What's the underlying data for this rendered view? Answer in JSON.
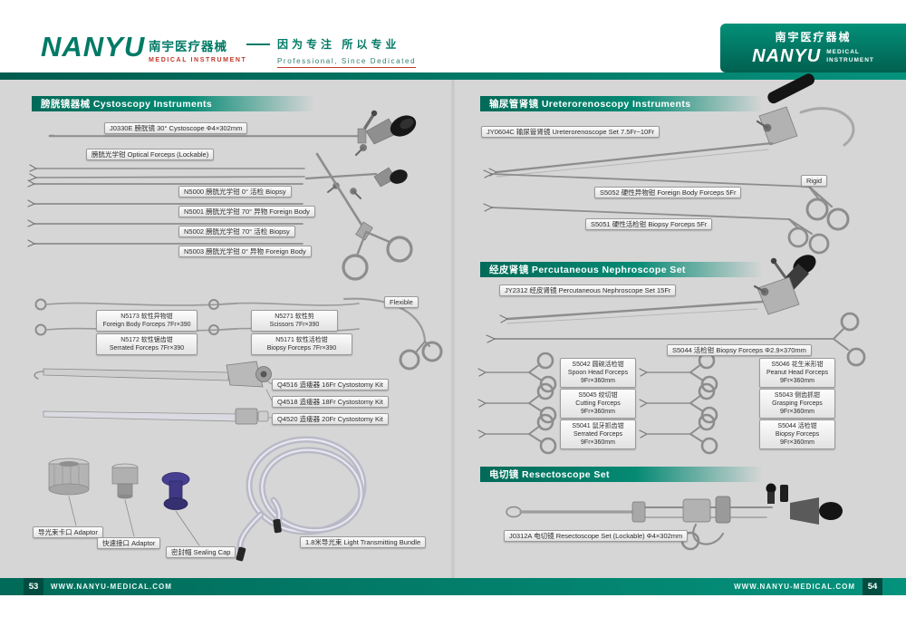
{
  "theme": {
    "accent": "#007a66",
    "accent_dark": "#014c40",
    "page_bg": "#d6d6d6",
    "sealing_cap_color": "#423a8e"
  },
  "header": {
    "brand": "NANYU",
    "brand_cn": "南宇医疗器械",
    "brand_sub": "MEDICAL  INSTRUMENT",
    "tagline_cn": "因为专注  所以专业",
    "tagline_en": "Professional, Since Dedicated",
    "badge_cn": "南宇医疗器械",
    "badge_brand": "NANYU",
    "badge_sub_1": "MEDICAL",
    "badge_sub_2": "INSTRUMENT"
  },
  "left": {
    "section_title": "膀胱镜器械  Cystoscopy Instruments",
    "labels": {
      "j0330e": "J0330E 膀胱镜 30°  Cystoscope  Φ4×302mm",
      "optical": "膀胱光学钳 Optical Forceps (Lockable)",
      "n5000": "N5000 膀胱光学钳 0°  活检 Biopsy",
      "n5001": "N5001 膀胱光学钳 70°  异物 Foreign Body",
      "n5002": "N5002 膀胱光学钳 70°  活检 Biopsy",
      "n5003": "N5003 膀胱光学钳 0°  异物 Foreign Body",
      "flexible_tag": "Flexible",
      "q4516": "Q4516 造瘘器 16Fr Cystostomy Kit",
      "q4518": "Q4518 造瘘器 18Fr Cystostomy Kit",
      "q4520": "Q4520 造瘘器 20Fr Cystostomy Kit",
      "adaptor_light": "导光束卡口 Adaptor",
      "adaptor_quick": "快速接口 Adaptor",
      "sealing_cap": "密封帽 Sealing Cap",
      "light_bundle": "1.8米导光束  Light Transmitting Bundle"
    },
    "flex": {
      "n5173": {
        "l1": "N5173 软性异物钳",
        "l2": "Foreign Body Forceps 7Fr×390"
      },
      "n5271": {
        "l1": "N5271 软性剪",
        "l2": "Scissors 7Fr×390"
      },
      "n5172": {
        "l1": "N5172 软性锯齿钳",
        "l2": "Serrated Forceps 7Fr×390"
      },
      "n5171": {
        "l1": "N5171 软性活检钳",
        "l2": "Biopsy Forceps 7Fr×390"
      }
    }
  },
  "right": {
    "section1_title": "输尿管肾镜 Ureterorenoscopy Instruments",
    "section2_title": "经皮肾镜 Percutaneous Nephroscope Set",
    "section3_title": "电切镜  Resectoscope Set",
    "labels": {
      "jy0604c": "JY0604C 输尿管肾镜 Ureterorenoscope Set 7.5Fr~10Fr",
      "rigid_tag": "Rigid",
      "s5052": "S5052 硬性异物钳 Foreign Body Forceps 5Fr",
      "s5051": "S5051 硬性活检钳 Biopsy Forceps 5Fr",
      "jy2312": "JY2312 经皮肾镜 Percutaneous Nephroscope Set 15Fr",
      "s5044_main": "S5044 活检钳 Biopsy Forceps  Φ2.9×370mm",
      "j0312a": "J0312A 电切镜 Resectoscope Set (Lockable)  Φ4×302mm"
    },
    "grid": [
      {
        "l1": "S5042 圆碗活检钳",
        "l2": "Spoon Head Forceps",
        "l3": "9Fr×360mm"
      },
      {
        "l1": "S5046 花生米形钳",
        "l2": "Peanut Head Forceps",
        "l3": "9Fr×360mm"
      },
      {
        "l1": "S5045 绞切钳",
        "l2": "Cutting Forceps",
        "l3": "9Fr×360mm"
      },
      {
        "l1": "S5043 侧齿抓钳",
        "l2": "Grasping Forceps",
        "l3": "9Fr×360mm"
      },
      {
        "l1": "S5041 鼠牙抓齿钳",
        "l2": "Serrated Forceps",
        "l3": "9Fr×360mm"
      },
      {
        "l1": "S5044 活检钳",
        "l2": "Biopsy Forceps",
        "l3": "9Fr×360mm"
      }
    ]
  },
  "footer": {
    "page_left": "53",
    "page_right": "54",
    "site_left": "WWW.NANYU-MEDICAL.COM",
    "site_right": "WWW.NANYU-MEDICAL.COM"
  }
}
